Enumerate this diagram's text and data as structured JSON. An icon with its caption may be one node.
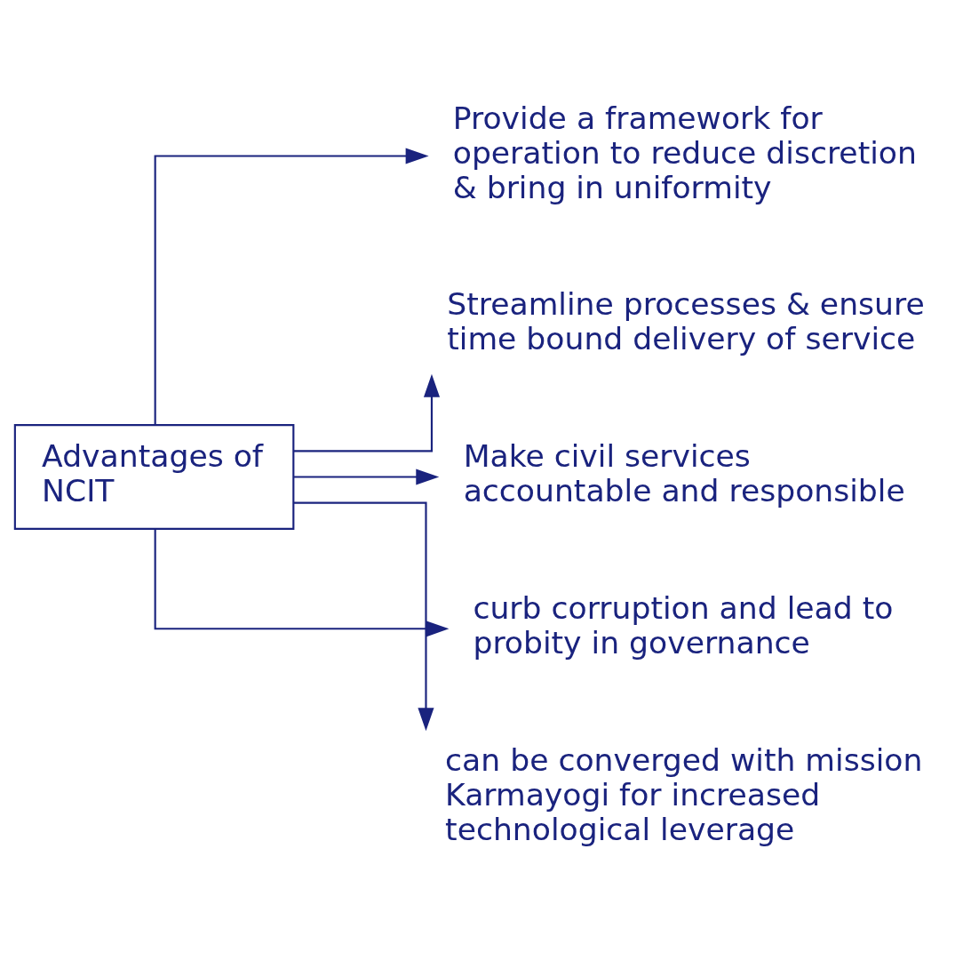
{
  "diagram": {
    "nodes": [
      {
        "text": [
          "Advantages of NCIT"
        ]
      },
      {
        "text": [
          "Provide a framework for operation to reduce discretion & bring in uniformity"
        ]
      },
      {
        "text": [
          "Streamline processes & ensure time bound delivery of service"
        ]
      },
      {
        "text": [
          "Make civil services accountable and responsible"
        ]
      },
      {
        "text": [
          "curb corruption and lead to probity in governance"
        ]
      },
      {
        "text": [
          "can be converged with mission Karmayogi for increased technological leverage"
        ]
      }
    ],
    "edges": [
      {
        "from": 0,
        "to": 1,
        "arrow": "to"
      },
      {
        "from": 0,
        "to": 2,
        "arrow": "to"
      },
      {
        "from": 0,
        "to": 3,
        "arrow": "to"
      },
      {
        "from": 0,
        "to": 4,
        "arrow": "to"
      },
      {
        "from": 0,
        "to": 5,
        "arrow": "to"
      }
    ]
  }
}
